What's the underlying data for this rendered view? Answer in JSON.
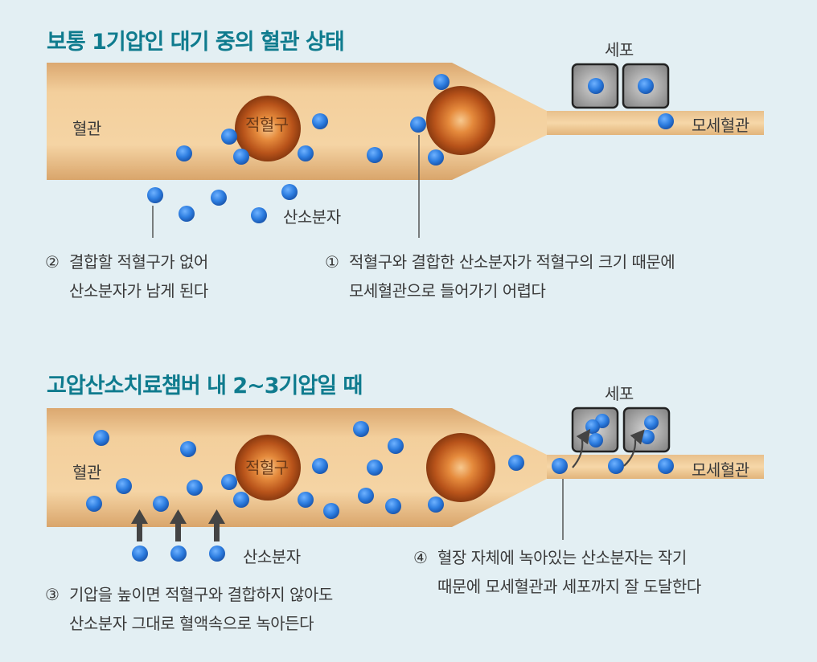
{
  "panel1": {
    "title": "보통 1기압인 대기 중의 혈관 상태",
    "vessel_label": "혈관",
    "rbc_label": "적혈구",
    "cell_label": "세포",
    "capillary_label": "모세혈관",
    "oxygen_label": "산소분자",
    "note2": {
      "num": "②",
      "line1": "결합할 적혈구가 없어",
      "line2": "산소분자가 남게 된다"
    },
    "note1": {
      "num": "①",
      "line1": "적혈구와 결합한 산소분자가 적혈구의 크기 때문에",
      "line2": "모세혈관으로 들어가기 어렵다"
    }
  },
  "panel2": {
    "title": "고압산소치료챔버 내 2~3기압일 때",
    "vessel_label": "혈관",
    "rbc_label": "적혈구",
    "cell_label": "세포",
    "capillary_label": "모세혈관",
    "oxygen_label": "산소분자",
    "note3": {
      "num": "③",
      "line1": "기압을 높이면 적혈구와 결합하지 않아도",
      "line2": "산소분자 그대로 혈액속으로 녹아든다"
    },
    "note4": {
      "num": "④",
      "line1": "혈장 자체에 녹아있는 산소분자는 작기",
      "line2": "때문에 모세혈관과 세포까지 잘 도달한다"
    }
  },
  "colors": {
    "title": "#0f7b8e",
    "vessel": "#f2c994",
    "rbc": "#c9621f",
    "oxygen": "#2d7de0",
    "cell": "#8c8c8c"
  }
}
